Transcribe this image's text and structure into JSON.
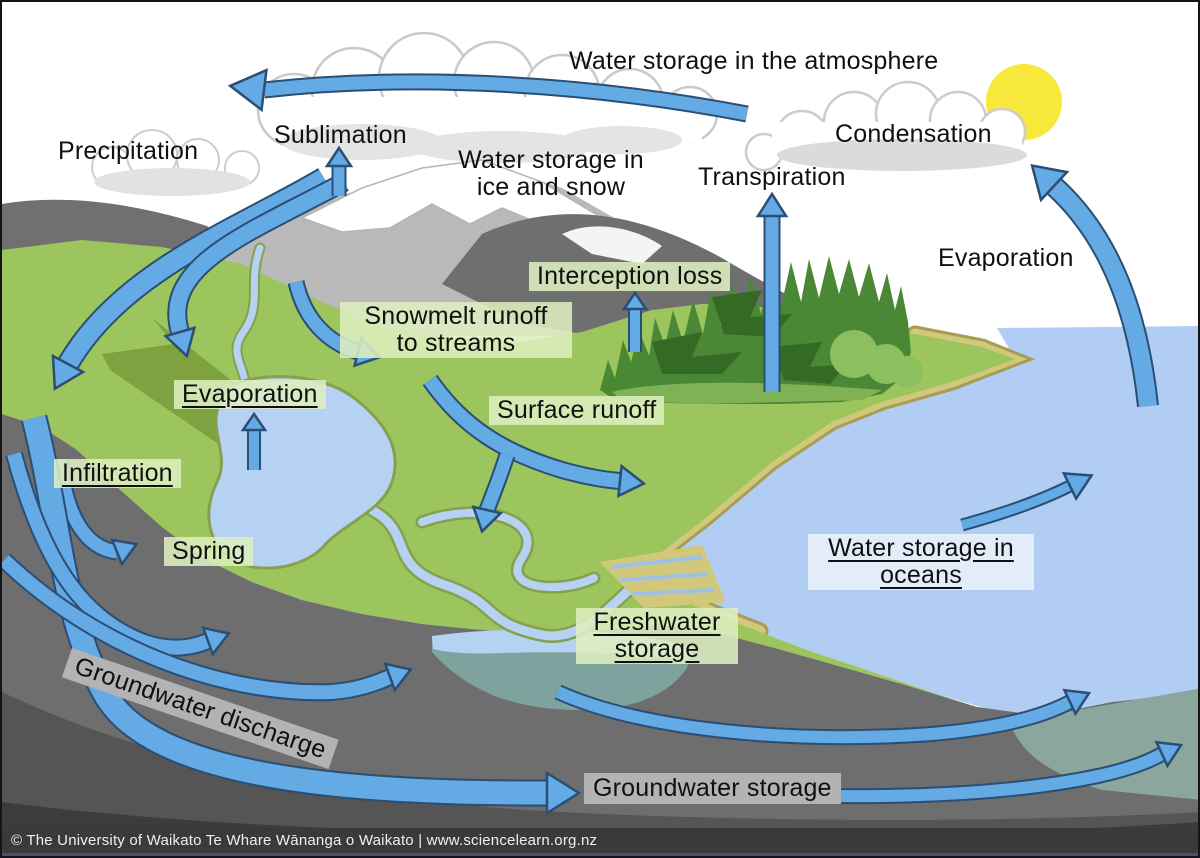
{
  "diagram": {
    "subject": "water-cycle",
    "labels": {
      "atmosphere": "Water storage in the atmosphere",
      "precipitation": "Precipitation",
      "sublimation": "Sublimation",
      "ice_snow_line1": "Water storage in",
      "ice_snow_line2": "ice and snow",
      "condensation": "Condensation",
      "transpiration": "Transpiration",
      "evaporation_ocean": "Evaporation",
      "interception": "Interception loss",
      "snowmelt_line1": "Snowmelt runoff",
      "snowmelt_line2": "to streams",
      "evaporation_lake": "Evaporation",
      "surface_runoff": "Surface runoff",
      "infiltration": "Infiltration",
      "spring": "Spring",
      "oceans_line1": "Water storage in",
      "oceans_line2": "oceans",
      "freshwater_line1": "Freshwater",
      "freshwater_line2": "storage",
      "groundwater_discharge": "Groundwater discharge",
      "groundwater_storage": "Groundwater storage"
    },
    "colors": {
      "arrow_blue": "#64aae4",
      "arrow_outline": "#2b4e74",
      "land_green": "#9cc65d",
      "forest_green": "#4b8836",
      "ocean_blue": "#b1cdf3",
      "soil_gray": "#6e6e6e",
      "deep_sea_teal": "#8ba69d",
      "sun_yellow": "#f8e83b",
      "label_bg_green": "#ddeebf",
      "label_bg_gray": "#b3b3b3"
    }
  },
  "footer": {
    "text": "© The University of Waikato Te Whare Wānanga o Waikato | www.sciencelearn.org.nz"
  }
}
